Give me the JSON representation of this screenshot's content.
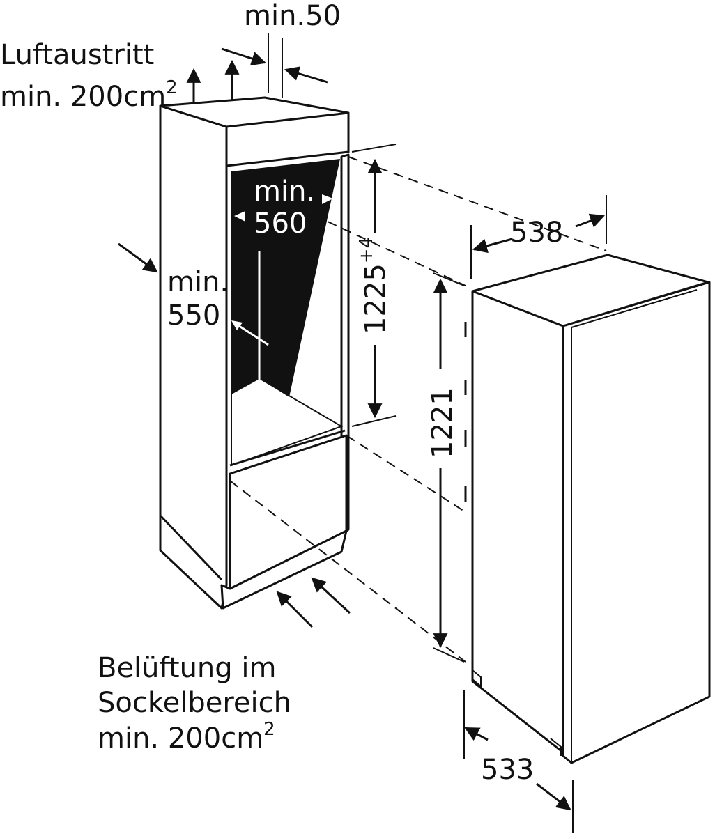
{
  "labels": {
    "air_outlet_title": "Luftaustritt",
    "air_outlet_area": "min. 200cm",
    "air_outlet_sup": "2",
    "gap_top": "min.50",
    "niche_width_line1": "min.",
    "niche_width_line2": "560",
    "niche_depth_line1": "min.",
    "niche_depth_line2": "550",
    "niche_height": "1225",
    "niche_height_sup": "+4",
    "appliance_height": "1221",
    "appliance_width": "538",
    "appliance_depth": "533",
    "base_vent_line1": "Belüftung im",
    "base_vent_line2": "Sockelbereich",
    "base_vent_line3": "min. 200cm",
    "base_vent_sup": "2"
  },
  "colors": {
    "ink": "#111111",
    "paper": "#ffffff"
  }
}
